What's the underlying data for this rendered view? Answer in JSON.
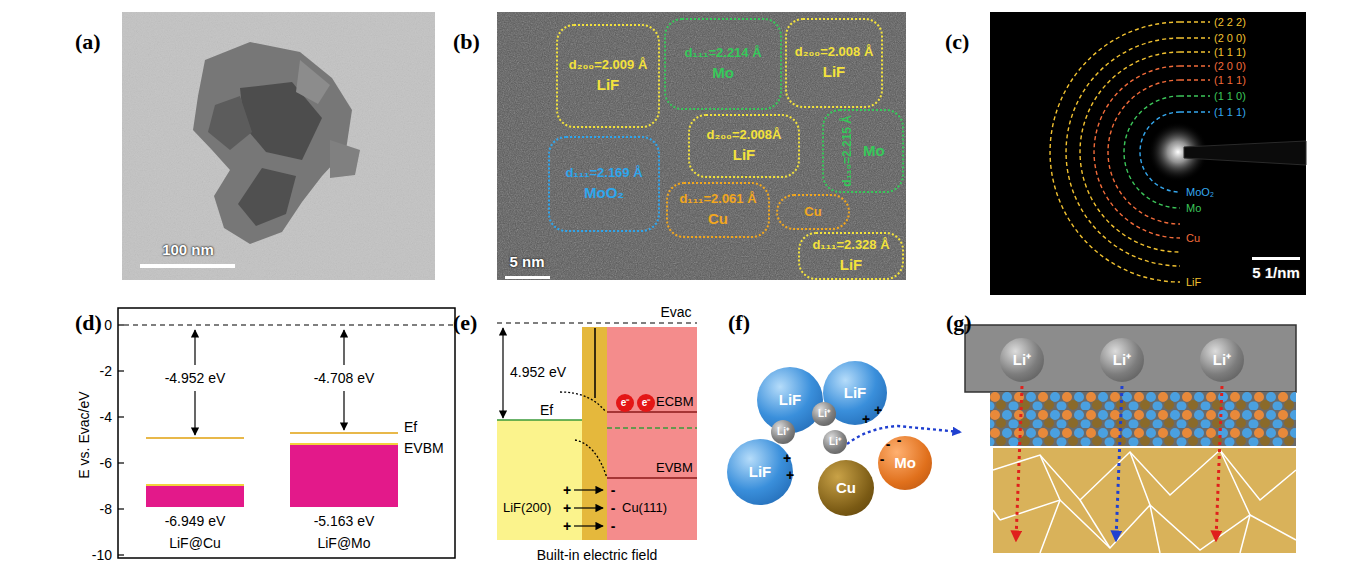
{
  "diagram": {
    "nodes": [
      {
        "text": [
          "d₂₀₀=2.009 Å",
          "LiF"
        ]
      },
      {
        "text": [
          "d₁₁₁=2.214 Å",
          "Mo"
        ]
      },
      {
        "text": [
          "d₂₀₀=2.008 Å",
          "LiF"
        ]
      },
      {
        "text": [
          "d₁₁₀=2.215 Å",
          "Mo"
        ]
      },
      {
        "text": [
          "d₂₀₀=2.008Å",
          "LiF"
        ]
      },
      {
        "text": [
          "d₁₁₁=2.169 Å",
          "MoO₂"
        ]
      },
      {
        "text": [
          "d₁₁₁=2.061 Å",
          "Cu"
        ]
      },
      {
        "text": [
          "Cu"
        ]
      },
      {
        "text": [
          "d₁₁₁=2.328 Å",
          "LiF"
        ]
      },
      {
        "text": [
          "e⁻"
        ]
      },
      {
        "text": [
          "e⁻"
        ]
      },
      {
        "text": [
          "LiF"
        ]
      },
      {
        "text": [
          "LiF"
        ]
      },
      {
        "text": [
          "Li⁺"
        ]
      },
      {
        "text": [
          "Li⁺"
        ]
      },
      {
        "text": [
          "Li⁺"
        ]
      },
      {
        "text": [
          "LiF"
        ]
      },
      {
        "text": [
          "Mo"
        ]
      },
      {
        "text": [
          "Cu"
        ]
      },
      {
        "text": [
          "Li⁺"
        ]
      },
      {
        "text": [
          "Li⁺"
        ]
      },
      {
        "text": [
          "Li⁺"
        ]
      }
    ],
    "labels": [
      "(a)",
      "100 nm",
      "(b)",
      "5 nm",
      "(c)",
      "(2 2 2)",
      "(2 0 0)",
      "(1 1 1)",
      "(2 0 0)",
      "(1 1 1)",
      "(1 1 0)",
      "(1 1 1)",
      "MoO₂",
      "Mo",
      "Cu",
      "LiF",
      "5 1/nm",
      "(d)",
      "E vs. Evac/eV",
      "0",
      "-2",
      "-4",
      "-6",
      "-8",
      "-10",
      "-4.952 eV",
      "-4.708 eV",
      "Ef",
      "EVBM",
      "-6.949 eV",
      "-5.163 eV",
      "LiF@Cu",
      "LiF@Mo",
      "(e)",
      "Evac",
      "4.952 eV",
      "Ef",
      "ECBM",
      "EVBM",
      "+",
      "+",
      "+",
      "-",
      "-",
      "-",
      "LiF(200)",
      "Cu(111)",
      "Built-in electric field",
      "(f)",
      "+",
      "+",
      "+",
      "+",
      "-",
      "-",
      "-",
      "(g)"
    ]
  }
}
